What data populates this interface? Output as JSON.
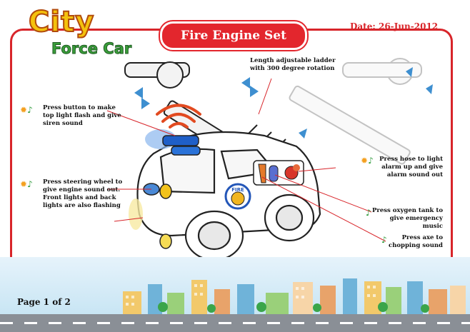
{
  "logo": {
    "line1": "City",
    "line2": "Force Car"
  },
  "title": "Fire Engine Set",
  "date": "Date: 26-Jun-2012",
  "notes": {
    "ladder": [
      "Length adjustable ladder",
      "with 300 degree rotation"
    ],
    "top_light": [
      "Press button to make",
      "top light flash and give",
      "siren sound"
    ],
    "steering": [
      "Press steering wheel to",
      "give engine sound out.",
      "Front lights and back",
      "lights are also flashing"
    ],
    "hose": [
      "Press hose to light",
      "alarm up and give",
      "alarm sound out"
    ],
    "oxygen": [
      "Press oxygen tank to",
      "give emergency music"
    ],
    "axe": [
      "Press axe to",
      "chopping sound"
    ]
  },
  "badge": "FIRE",
  "page": "Page 1 of 2",
  "colors": {
    "accent": "#d8252a",
    "logo_yellow": "#f4c20d",
    "logo_green": "#3a9f3a"
  },
  "icons": [
    "light-icon",
    "music-note-icon"
  ]
}
